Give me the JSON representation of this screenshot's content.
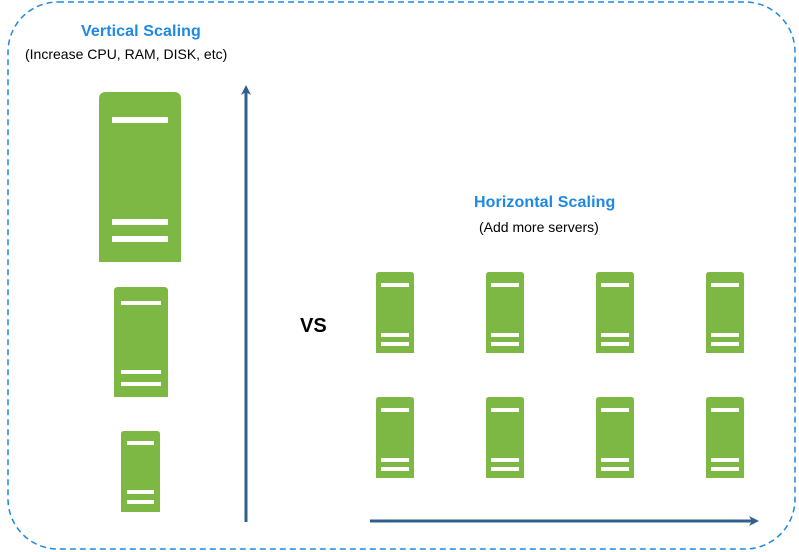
{
  "colors": {
    "server": "#7CB843",
    "server_line": "#FFFFFF",
    "border": "#1E88E5",
    "title": "#1E88E5",
    "arrow": "#2D6090"
  },
  "icons": {
    "server": "server-icon",
    "arrow": "arrow-icon"
  },
  "vertical": {
    "title": "Vertical Scaling",
    "subtitle": "(Increase CPU, RAM, DISK, etc)"
  },
  "vs_label": "VS",
  "horizontal": {
    "title": "Horizontal Scaling",
    "subtitle": "(Add more servers)"
  }
}
